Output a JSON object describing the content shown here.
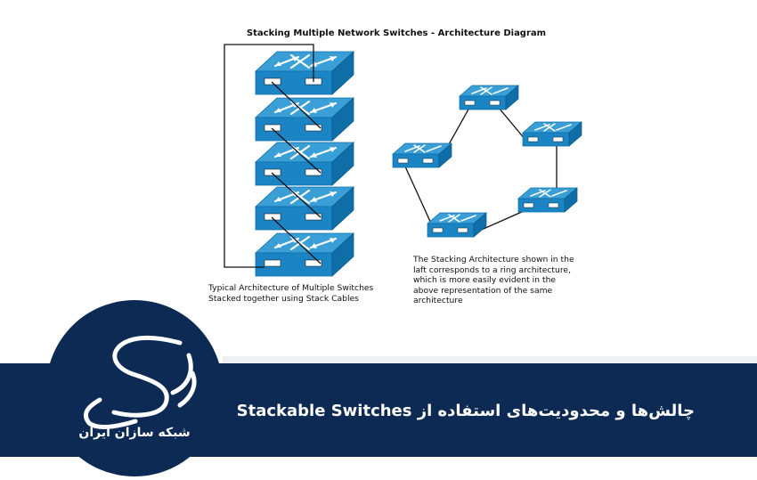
{
  "diagram": {
    "title": "Stacking Multiple Network Switches - Architecture Diagram",
    "caption_left": "Typical Architecture of Multiple Switches\nStacked together using Stack Cables",
    "caption_right": "The Stacking Architecture shown in the\nlaft corresponds to a ring architecture,\nwhich is more easily evident in the\nabove representation of the same\narchitecture"
  },
  "banner": {
    "headline": "چالش‌ها و محدودیت‌های استفاده از Stackable Switches"
  },
  "logo": {
    "brand_name": "شبکه سازان ایران"
  },
  "colors": {
    "switch_top": "#3a9fd6",
    "switch_front": "#1a84c4",
    "switch_side": "#0f6ea8",
    "banner_bg": "#0c2a53",
    "cable": "#111111"
  }
}
